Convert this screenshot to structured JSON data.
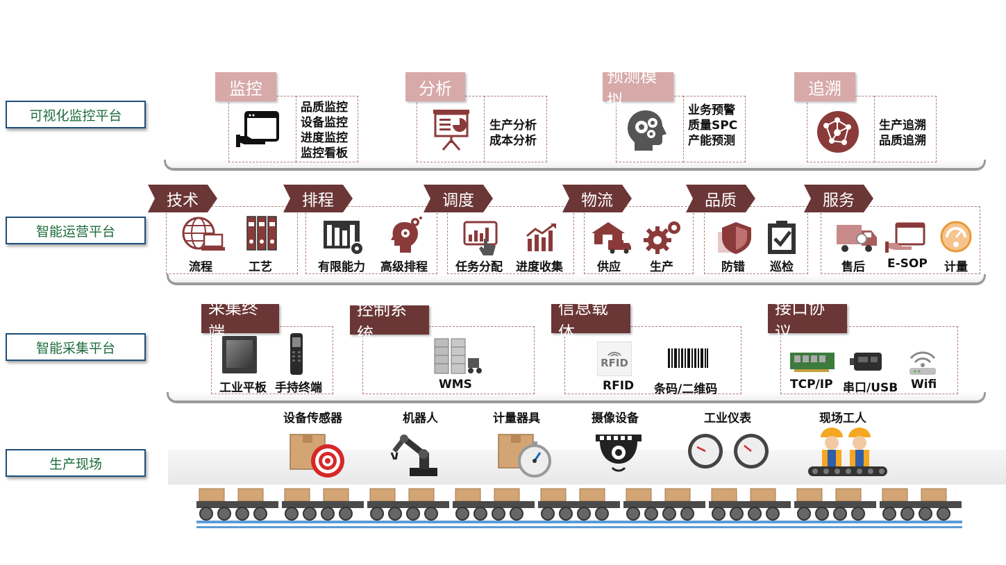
{
  "platforms": {
    "visual": "可视化监控平台",
    "ops": "智能运营平台",
    "collect": "智能采集平台",
    "field": "生产现场"
  },
  "visual": {
    "monitor": {
      "title": "监控",
      "items": [
        "品质监控",
        "设备监控",
        "进度监控",
        "监控看板"
      ]
    },
    "analysis": {
      "title": "分析",
      "items": [
        "生产分析",
        "成本分析"
      ]
    },
    "forecast": {
      "title": "预测模拟",
      "items": [
        "业务预警",
        "质量SPC",
        "产能预测"
      ]
    },
    "trace": {
      "title": "追溯",
      "items": [
        "生产追溯",
        "品质追溯"
      ]
    }
  },
  "ops": {
    "tech": {
      "title": "技术",
      "items": [
        "流程",
        "工艺"
      ]
    },
    "schedule": {
      "title": "排程",
      "items": [
        "有限能力",
        "高级排程"
      ]
    },
    "dispatch": {
      "title": "调度",
      "items": [
        "任务分配",
        "进度收集"
      ]
    },
    "logistics": {
      "title": "物流",
      "items": [
        "供应",
        "生产"
      ]
    },
    "quality": {
      "title": "品质",
      "items": [
        "防错",
        "巡检"
      ]
    },
    "service": {
      "title": "服务",
      "items": [
        "售后",
        "E-SOP",
        "计量"
      ]
    }
  },
  "collect": {
    "terminal": {
      "title": "采集终端",
      "items": [
        "工业平板",
        "手持终端"
      ]
    },
    "control": {
      "title": "控制系统",
      "items": [
        "WMS"
      ]
    },
    "carrier": {
      "title": "信息载体",
      "items": [
        "RFID",
        "条码/二维码"
      ],
      "rfid_icon_text": "RFID"
    },
    "protocol": {
      "title": "接口协议",
      "items": [
        "TCP/IP",
        "串口/USB",
        "Wifi"
      ]
    }
  },
  "field": {
    "items": [
      "设备传感器",
      "机器人",
      "计量器具",
      "摄像设备",
      "工业仪表",
      "现场工人"
    ]
  },
  "colors": {
    "pink_tag": "#d8a9a9",
    "dark_tag": "#6b3636",
    "icon": "#8b3a3a",
    "label_border": "#1f4e79",
    "label_text": "#1a6b3a"
  }
}
